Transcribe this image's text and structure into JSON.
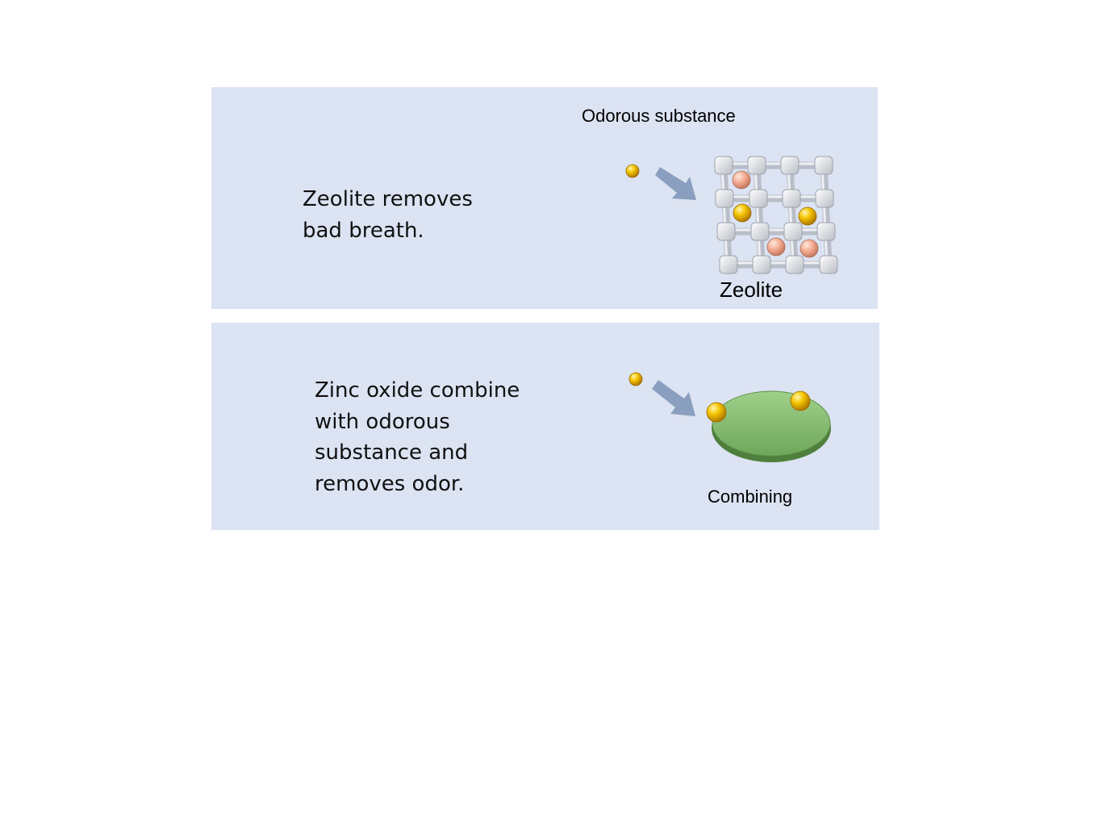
{
  "zeolite_panel": {
    "description_lines": [
      "Zeolite removes",
      "bad breath."
    ],
    "odorous_label": "Odorous substance",
    "zeolite_label": "Zeolite"
  },
  "zinc_panel": {
    "description_lines": [
      "Zinc oxide combine",
      "with odorous",
      "substance and",
      "removes odor."
    ],
    "combining_label": "Combining"
  },
  "colors": {
    "panel_background": "#dce3f2",
    "odor_particle": "#f2b705",
    "trapped_ion": "#f0a890",
    "arrow": "#8a9fbf",
    "zinc_oxide_disc": "#8cc077",
    "zeolite_frame": "#d8dbe0"
  }
}
